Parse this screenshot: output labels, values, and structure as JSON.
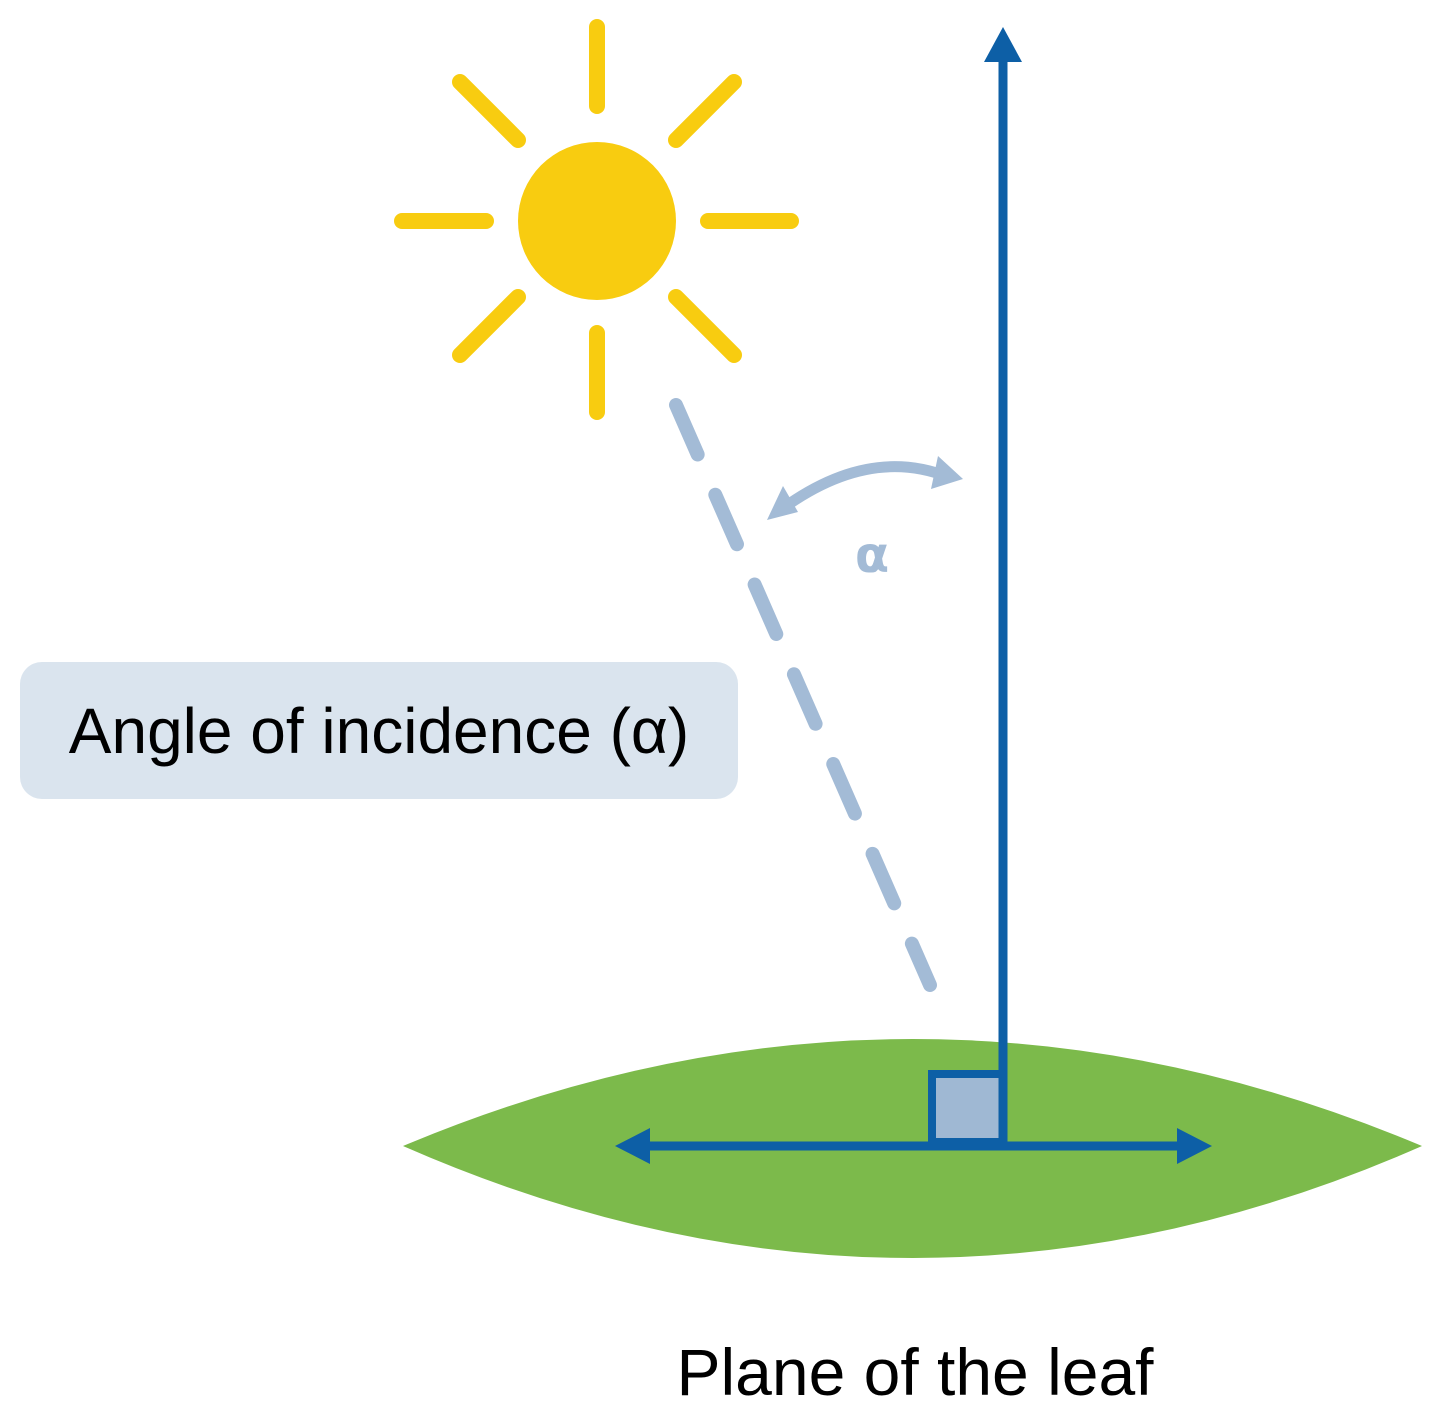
{
  "labels": {
    "angle_callout": "Angle of incidence (α)",
    "angle_symbol": "α",
    "leaf_caption": "Plane of the leaf"
  },
  "colors": {
    "sun": "#f8cc10",
    "normal_arrow": "#0d5fa6",
    "incident_ray": "#a3bbd6",
    "angle_arc": "#a3bbd6",
    "leaf_fill": "#7cba4b",
    "leaf_edge": "#00875a",
    "right_angle_fill": "#9fb8d3",
    "callout_bg": "#dae4ee"
  }
}
